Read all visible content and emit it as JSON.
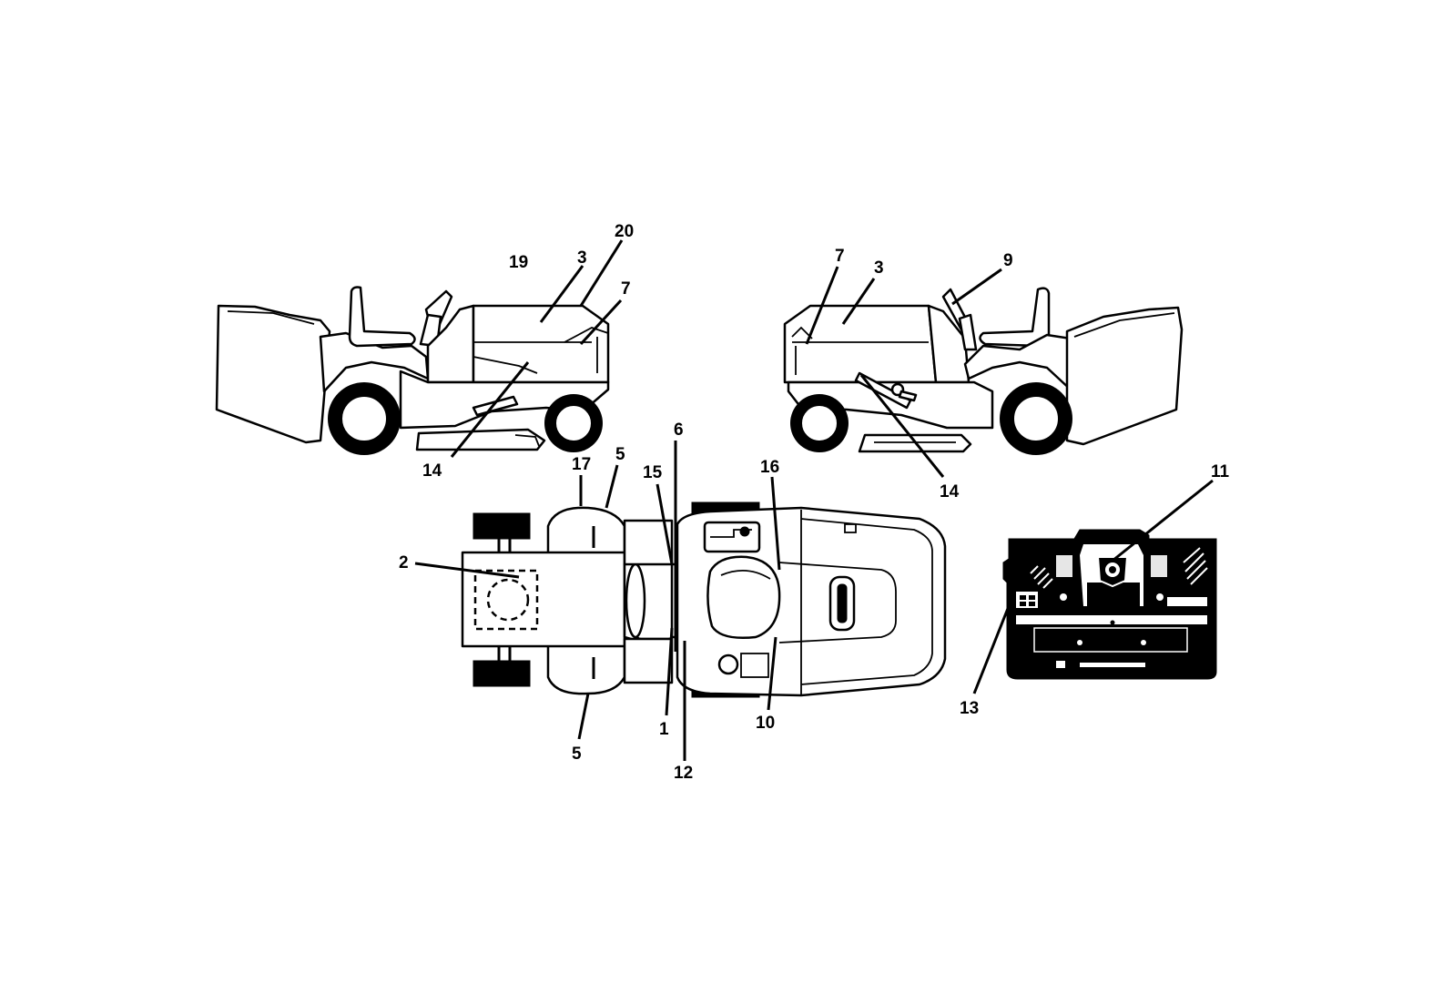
{
  "diagram": {
    "callouts": [
      {
        "id": "c20",
        "label": "20"
      },
      {
        "id": "c19",
        "label": "19"
      },
      {
        "id": "c3a",
        "label": "3"
      },
      {
        "id": "c7a",
        "label": "7"
      },
      {
        "id": "c14a",
        "label": "14"
      },
      {
        "id": "c7b",
        "label": "7"
      },
      {
        "id": "c3b",
        "label": "3"
      },
      {
        "id": "c9",
        "label": "9"
      },
      {
        "id": "c14b",
        "label": "14"
      },
      {
        "id": "c6",
        "label": "6"
      },
      {
        "id": "c17",
        "label": "17"
      },
      {
        "id": "c5a",
        "label": "5"
      },
      {
        "id": "c15",
        "label": "15"
      },
      {
        "id": "c16",
        "label": "16"
      },
      {
        "id": "c2",
        "label": "2"
      },
      {
        "id": "c1",
        "label": "1"
      },
      {
        "id": "c10",
        "label": "10"
      },
      {
        "id": "c5b",
        "label": "5"
      },
      {
        "id": "c12",
        "label": "12"
      },
      {
        "id": "c11",
        "label": "11"
      },
      {
        "id": "c13",
        "label": "13"
      }
    ]
  }
}
